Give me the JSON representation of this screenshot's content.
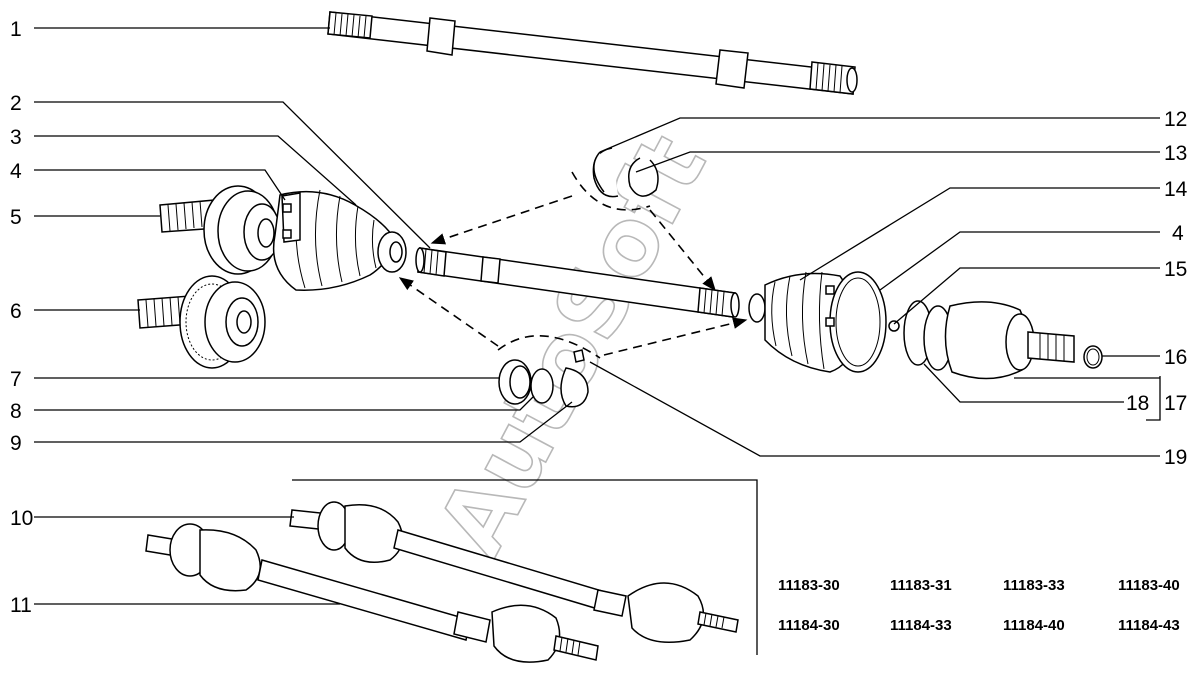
{
  "callouts": [
    "1",
    "2",
    "3",
    "4",
    "5",
    "6",
    "7",
    "8",
    "9",
    "10",
    "11",
    "12",
    "13",
    "14",
    "4",
    "15",
    "16",
    "17",
    "18",
    "19"
  ],
  "watermark": "AutoSoft",
  "model_codes": {
    "row1": [
      "11183-30",
      "11183-31",
      "11183-33",
      "11183-40"
    ],
    "row2": [
      "11184-30",
      "11184-33",
      "11184-40",
      "11184-43"
    ]
  }
}
